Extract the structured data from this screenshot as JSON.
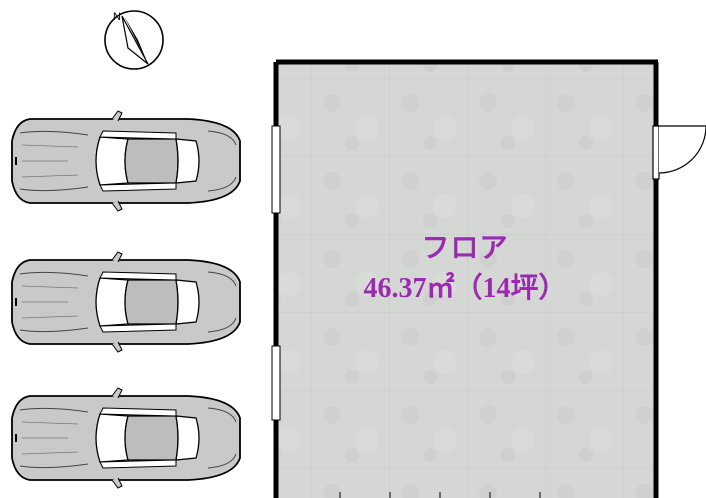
{
  "compass": {
    "north_label": "N",
    "icon": "compass-north-arrow-icon"
  },
  "room": {
    "name": "フロア",
    "area_text": "46.37㎡（14坪）"
  },
  "parking": {
    "car_count": 3,
    "icon": "car-top-view-icon"
  },
  "door": {
    "icon": "swing-door-icon"
  },
  "colors": {
    "floor_tile": "#d4d6d4",
    "wall": "#000000",
    "label": "#9a2bb0",
    "car_body": "#c8c8c8",
    "car_glass": "#ffffff"
  }
}
